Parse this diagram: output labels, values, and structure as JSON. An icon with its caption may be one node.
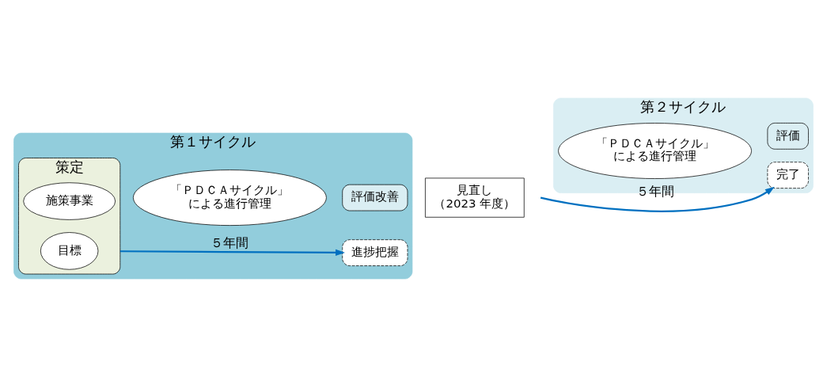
{
  "diagram": {
    "nodes": [
      {
        "text": [
          "第１サイクル"
        ]
      },
      {
        "text": [
          "策定"
        ],
        "in": 0
      },
      {
        "text": [
          "目標"
        ],
        "in": 1
      },
      {
        "text": [
          "施策事業"
        ],
        "in": 1
      },
      {
        "text": [
          "進捗把握"
        ],
        "in": 0
      },
      {
        "text": [
          "評価改善"
        ],
        "in": 0
      },
      {
        "text": [
          "「ＰＤＣＡサイクル」",
          "による進行管理"
        ],
        "in": 0
      },
      {
        "text": [
          "見直し",
          "（2023 年度）"
        ]
      },
      {
        "text": [
          "第２サイクル"
        ]
      },
      {
        "text": [
          "完了"
        ],
        "in": 8
      },
      {
        "text": [
          "評価"
        ],
        "in": 8
      },
      {
        "text": [
          "「ＰＤＣＡサイクル」",
          "による進行管理"
        ],
        "in": 8
      }
    ],
    "edges": [
      {
        "from": 1,
        "to": 4,
        "arrow": "to",
        "label": "５年間"
      },
      {
        "from": null,
        "to": 9,
        "arrow": "to",
        "label": "５年間"
      }
    ]
  }
}
